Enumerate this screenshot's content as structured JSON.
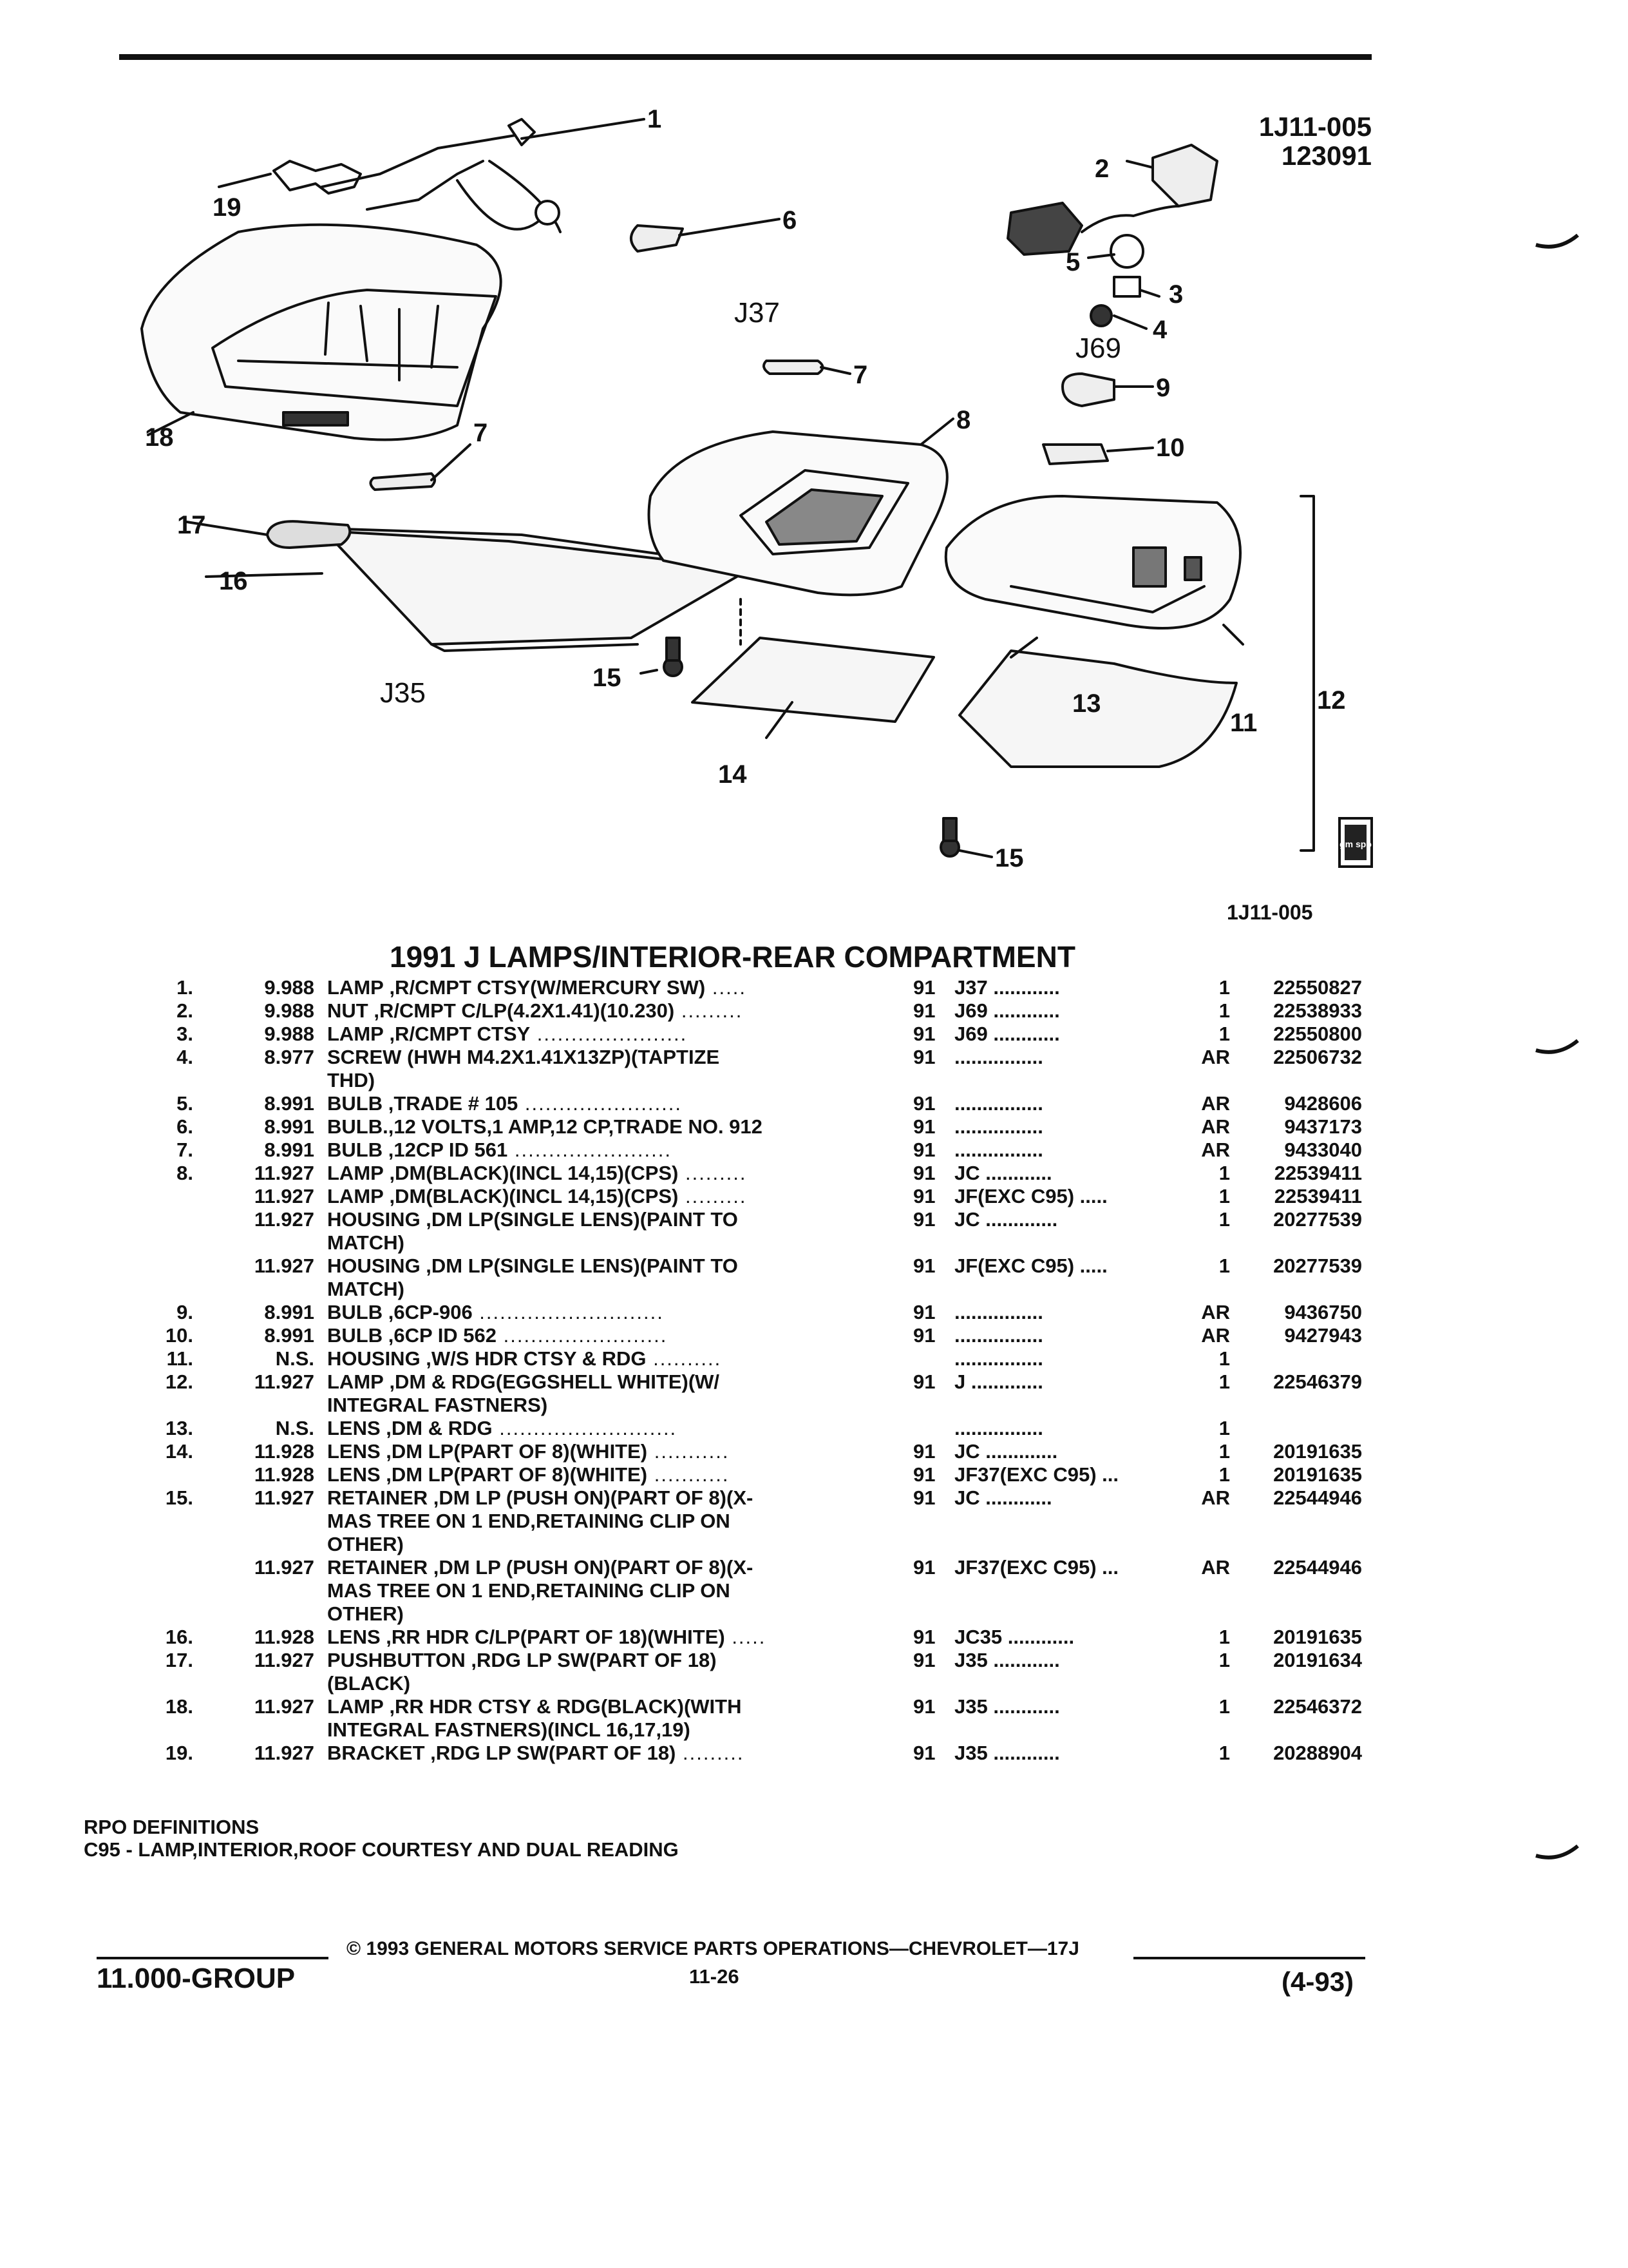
{
  "header": {
    "code1": "1J11-005",
    "code2": "123091"
  },
  "diagram": {
    "callouts": [
      "1",
      "2",
      "3",
      "4",
      "5",
      "6",
      "7",
      "7",
      "8",
      "9",
      "10",
      "11",
      "12",
      "13",
      "14",
      "15",
      "15",
      "16",
      "17",
      "18",
      "19"
    ],
    "group_labels": {
      "j37": "J37",
      "j69": "J69",
      "j35": "J35"
    },
    "figure_code": "1J11-005",
    "logo_text": "gm spo"
  },
  "title": "1991 J LAMPS/INTERIOR-REAR COMPARTMENT",
  "parts": [
    {
      "no": "1.",
      "grp": "9.988",
      "name": "LAMP",
      "desc": " ,R/CMPT CTSY(W/MERCURY SW)",
      "dots": " .....",
      "yr": "91",
      "rpo": "J37 ............",
      "qty": "1",
      "part": "22550827"
    },
    {
      "no": "2.",
      "grp": "9.988",
      "name": "NUT",
      "desc": " ,R/CMPT C/LP(4.2X1.41)(10.230)",
      "dots": " .........",
      "yr": "91",
      "rpo": "J69 ............",
      "qty": "1",
      "part": "22538933"
    },
    {
      "no": "3.",
      "grp": "9.988",
      "name": "LAMP",
      "desc": " ,R/CMPT CTSY",
      "dots": " ......................",
      "yr": "91",
      "rpo": "J69 ............",
      "qty": "1",
      "part": "22550800"
    },
    {
      "no": "4.",
      "grp": "8.977",
      "name": "SCREW",
      "desc": " (HWH M4.2X1.41X13ZP)(TAPTIZE\nTHD)",
      "dots": "",
      "yr": "91",
      "rpo": "................",
      "qty": "AR",
      "part": "22506732"
    },
    {
      "no": "5.",
      "grp": "8.991",
      "name": "BULB",
      "desc": " ,TRADE # 105",
      "dots": " .......................",
      "yr": "91",
      "rpo": "................",
      "qty": "AR",
      "part": "9428606"
    },
    {
      "no": "6.",
      "grp": "8.991",
      "name": "BULB",
      "desc": ".,12 VOLTS,1 AMP,12 CP,TRADE NO. 912",
      "dots": "",
      "yr": "91",
      "rpo": "................",
      "qty": "AR",
      "part": "9437173"
    },
    {
      "no": "7.",
      "grp": "8.991",
      "name": "BULB",
      "desc": " ,12CP ID 561",
      "dots": " .......................",
      "yr": "91",
      "rpo": "................",
      "qty": "AR",
      "part": "9433040"
    },
    {
      "no": "8.",
      "grp": "11.927",
      "name": "LAMP",
      "desc": " ,DM(BLACK)(INCL 14,15)(CPS)",
      "dots": " .........",
      "yr": "91",
      "rpo": "JC ............",
      "qty": "1",
      "part": "22539411"
    },
    {
      "no": "",
      "grp": "11.927",
      "name": "LAMP",
      "desc": " ,DM(BLACK)(INCL 14,15)(CPS)",
      "dots": " .........",
      "yr": "91",
      "rpo": "JF(EXC C95) .....",
      "qty": "1",
      "part": "22539411"
    },
    {
      "no": "",
      "grp": "11.927",
      "name": "HOUSING",
      "desc": " ,DM LP(SINGLE LENS)(PAINT TO\nMATCH)",
      "dots": "",
      "yr": "91",
      "rpo": "JC .............",
      "qty": "1",
      "part": "20277539"
    },
    {
      "no": "",
      "grp": "11.927",
      "name": "HOUSING",
      "desc": " ,DM LP(SINGLE LENS)(PAINT TO\nMATCH)",
      "dots": "",
      "yr": "91",
      "rpo": "JF(EXC C95) .....",
      "qty": "1",
      "part": "20277539"
    },
    {
      "no": "9.",
      "grp": "8.991",
      "name": "BULB",
      "desc": " ,6CP-906",
      "dots": " ...........................",
      "yr": "91",
      "rpo": "................",
      "qty": "AR",
      "part": "9436750"
    },
    {
      "no": "10.",
      "grp": "8.991",
      "name": "BULB",
      "desc": " ,6CP ID 562",
      "dots": " ........................",
      "yr": "91",
      "rpo": "................",
      "qty": "AR",
      "part": "9427943"
    },
    {
      "no": "11.",
      "grp": "N.S.",
      "name": "HOUSING",
      "desc": " ,W/S HDR CTSY & RDG",
      "dots": " ..........",
      "yr": "",
      "rpo": "................",
      "qty": "1",
      "part": ""
    },
    {
      "no": "12.",
      "grp": "11.927",
      "name": "LAMP",
      "desc": " ,DM & RDG(EGGSHELL WHITE)(W/\nINTEGRAL FASTNERS)",
      "dots": "",
      "yr": "91",
      "rpo": "J .............",
      "qty": "1",
      "part": "22546379"
    },
    {
      "no": "13.",
      "grp": "N.S.",
      "name": "LENS",
      "desc": " ,DM & RDG",
      "dots": " ..........................",
      "yr": "",
      "rpo": "................",
      "qty": "1",
      "part": ""
    },
    {
      "no": "14.",
      "grp": "11.928",
      "name": "LENS",
      "desc": " ,DM LP(PART OF 8)(WHITE)",
      "dots": " ...........",
      "yr": "91",
      "rpo": "JC .............",
      "qty": "1",
      "part": "20191635"
    },
    {
      "no": "",
      "grp": "11.928",
      "name": "LENS",
      "desc": " ,DM LP(PART OF 8)(WHITE)",
      "dots": " ...........",
      "yr": "91",
      "rpo": "JF37(EXC C95) ...",
      "qty": "1",
      "part": "20191635"
    },
    {
      "no": "15.",
      "grp": "11.927",
      "name": "RETAINER",
      "desc": " ,DM LP (PUSH ON)(PART OF 8)(X-\nMAS TREE ON 1 END,RETAINING CLIP ON\nOTHER)",
      "dots": "",
      "yr": "91",
      "rpo": "JC ............",
      "qty": "AR",
      "part": "22544946"
    },
    {
      "no": "",
      "grp": "11.927",
      "name": "RETAINER",
      "desc": " ,DM LP (PUSH ON)(PART OF 8)(X-\nMAS TREE ON 1 END,RETAINING CLIP ON\nOTHER)",
      "dots": "",
      "yr": "91",
      "rpo": "JF37(EXC C95) ...",
      "qty": "AR",
      "part": "22544946"
    },
    {
      "no": "16.",
      "grp": "11.928",
      "name": "LENS",
      "desc": " ,RR HDR C/LP(PART OF 18)(WHITE)",
      "dots": " .....",
      "yr": "91",
      "rpo": "JC35 ............",
      "qty": "1",
      "part": "20191635"
    },
    {
      "no": "17.",
      "grp": "11.927",
      "name": "PUSHBUTTON",
      "desc": " ,RDG LP SW(PART OF 18)\n(BLACK)",
      "dots": "",
      "yr": "91",
      "rpo": "J35 ............",
      "qty": "1",
      "part": "20191634"
    },
    {
      "no": "18.",
      "grp": "11.927",
      "name": "LAMP",
      "desc": " ,RR HDR CTSY & RDG(BLACK)(WITH\nINTEGRAL FASTNERS)(INCL 16,17,19)",
      "dots": "",
      "yr": "91",
      "rpo": "J35 ............",
      "qty": "1",
      "part": "22546372"
    },
    {
      "no": "19.",
      "grp": "11.927",
      "name": "BRACKET",
      "desc": " ,RDG LP SW(PART OF 18)",
      "dots": " .........",
      "yr": "91",
      "rpo": "J35 ............",
      "qty": "1",
      "part": "20288904"
    }
  ],
  "rpo": {
    "heading": "RPO DEFINITIONS",
    "definition": "C95 - LAMP,INTERIOR,ROOF COURTESY AND DUAL READING"
  },
  "footer": {
    "copyright": "© 1993 GENERAL MOTORS SERVICE PARTS OPERATIONS—CHEVROLET—17J",
    "group": "11.000-GROUP",
    "page": "11-26",
    "date": "(4-93)"
  }
}
